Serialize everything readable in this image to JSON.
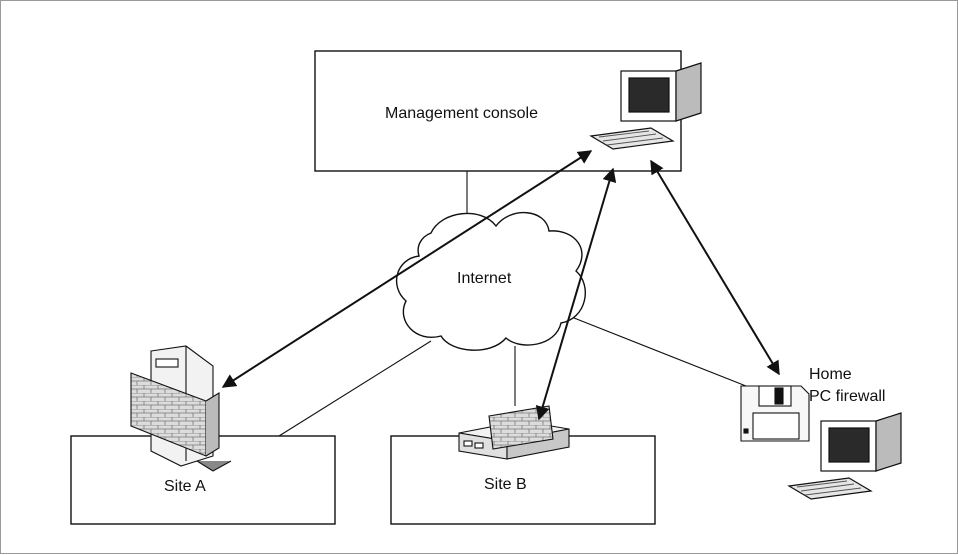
{
  "diagram": {
    "console_label": "Management console",
    "internet_label": "Internet",
    "site_a_label": "Site A",
    "site_b_label": "Site B",
    "home_label_line1": "Home",
    "home_label_line2": "PC firewall"
  },
  "icons": {
    "console": "desktop-computer-icon",
    "site_a": "server-with-firewall-icon",
    "site_b": "router-with-firewall-icon",
    "home_disk": "floppy-disk-icon",
    "home_pc": "desktop-computer-icon"
  },
  "colors": {
    "line": "#111111",
    "wall": "#d8d8d8",
    "screen": "#2a2a2a"
  }
}
